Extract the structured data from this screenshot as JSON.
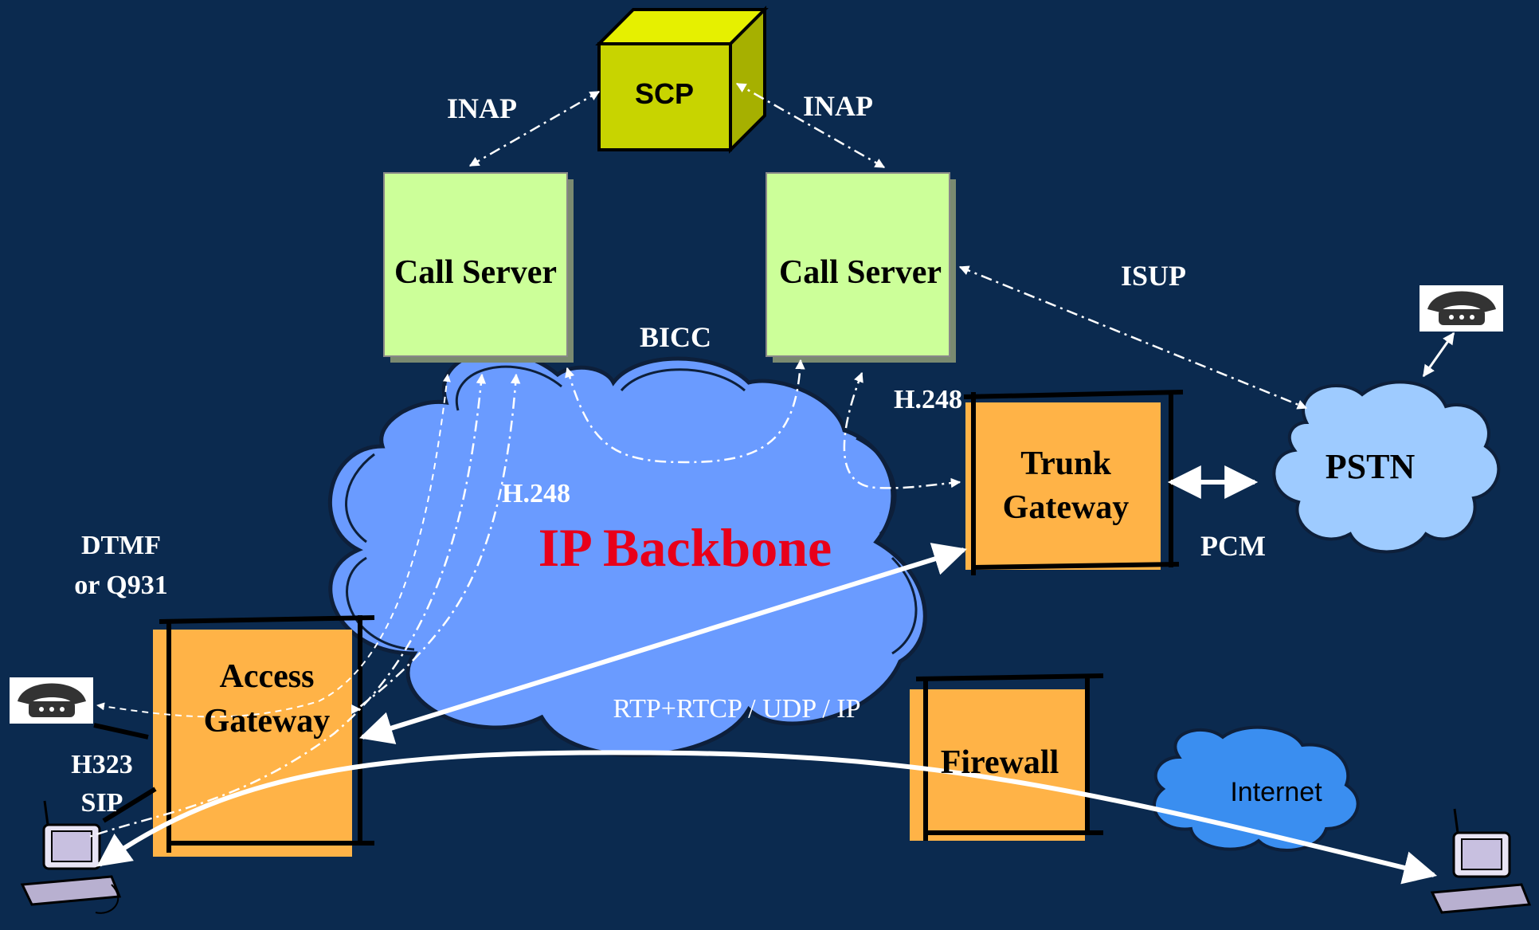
{
  "nodes": {
    "scp": "SCP",
    "call_server_1": "Call Server",
    "call_server_2": "Call Server",
    "trunk_gateway": [
      "Trunk",
      "Gateway"
    ],
    "access_gateway": [
      "Access",
      "Gateway"
    ],
    "firewall": "Firewall",
    "ip_backbone": "IP Backbone",
    "pstn": "PSTN",
    "internet": "Internet"
  },
  "labels": {
    "inap_left": "INAP",
    "inap_right": "INAP",
    "bicc": "BICC",
    "isup": "ISUP",
    "h248_trunk": "H.248",
    "h248_access": "H.248",
    "dtmf": [
      "DTMF",
      "or Q931"
    ],
    "pcm": "PCM",
    "h323": [
      "H323",
      "SIP"
    ],
    "rtp": "RTP+RTCP / UDP / IP"
  },
  "colors": {
    "background": "#0b2a4f",
    "scp": "#c8d400",
    "call_server": "#ccff99",
    "gateway": "#ffb347",
    "cloud_backbone": "#6a9bff",
    "cloud_pstn": "#9ecbff",
    "cloud_internet": "#3a8ef0",
    "title_red": "#e8001a"
  }
}
